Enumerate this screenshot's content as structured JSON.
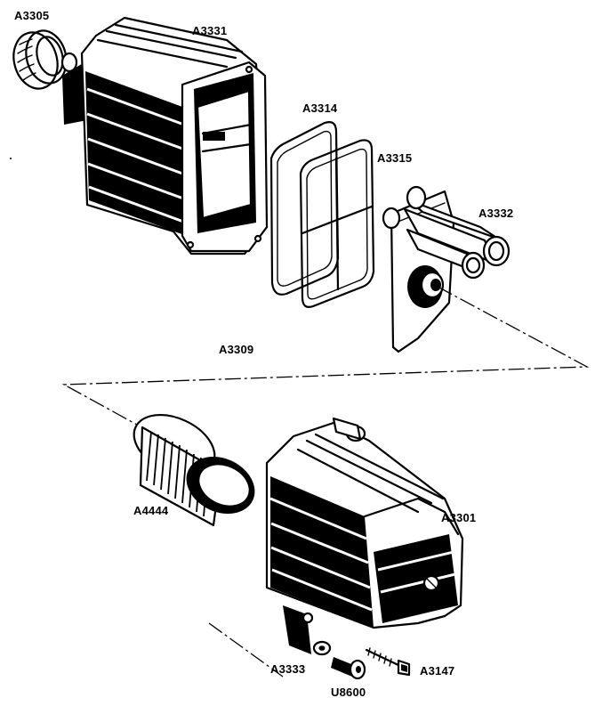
{
  "parts": {
    "A3305": "A3305",
    "A3331": "A3331",
    "A3314": "A3314",
    "A3315": "A3315",
    "A3332": "A3332",
    "A3309": "A3309",
    "A4444": "A4444",
    "A3301": "A3301",
    "A3333": "A3333",
    "A3147": "A3147",
    "U8600": "U8600"
  }
}
